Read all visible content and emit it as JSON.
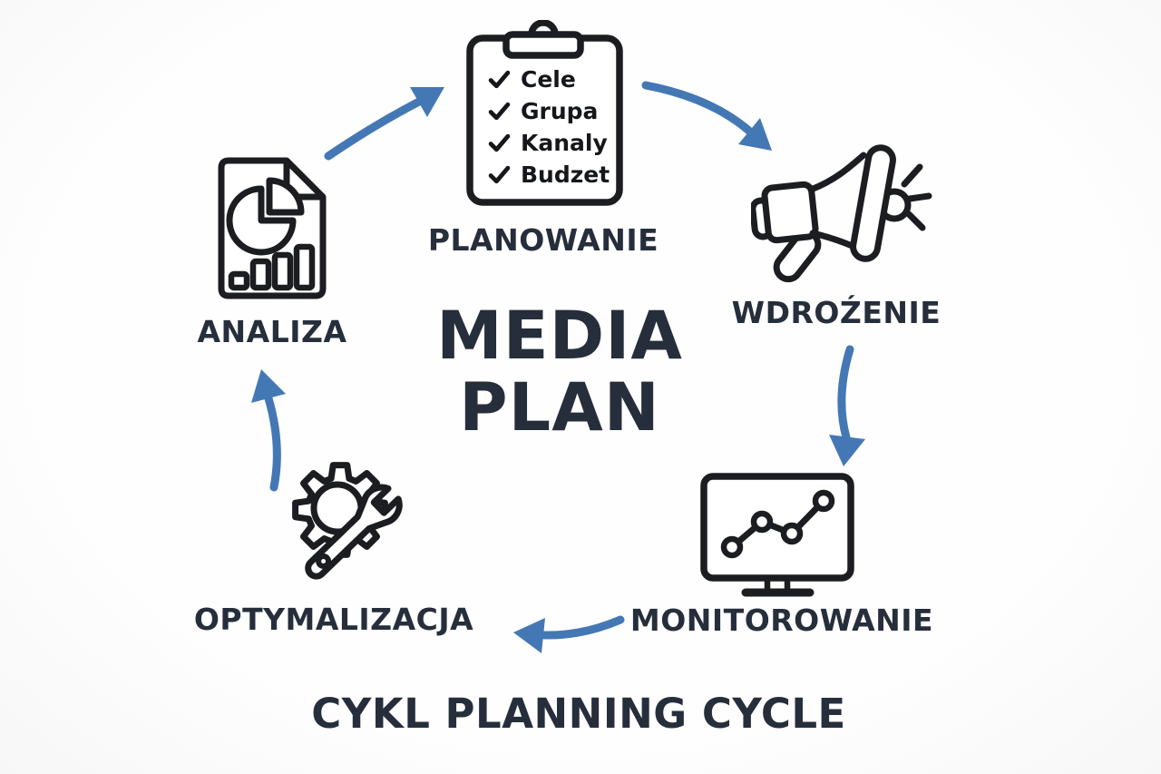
{
  "title": {
    "line1": "MEDIA",
    "line2": "PLAN"
  },
  "subtitle": "CYKL PLANNING CYCLE",
  "stages": [
    {
      "id": "planowanie",
      "label": "PLANOWANIE",
      "icon": "clipboard-checklist-icon",
      "checklist": [
        "Cele",
        "Grupa",
        "Kanaly",
        "Budzet"
      ]
    },
    {
      "id": "wdrozenie",
      "label": "WDROŹENIE",
      "icon": "megaphone-icon"
    },
    {
      "id": "monitorowanie",
      "label": "MONITOROWANIE",
      "icon": "monitor-line-chart-icon"
    },
    {
      "id": "optymalizacja",
      "label": "OPTYMALIZACJA",
      "icon": "gear-wrench-icon"
    },
    {
      "id": "analiza",
      "label": "ANALIZA",
      "icon": "document-charts-icon"
    }
  ],
  "arrows": [
    {
      "id": "analiza-to-planowanie"
    },
    {
      "id": "planowanie-to-wdrozenie"
    },
    {
      "id": "wdrozenie-to-monitorowanie"
    },
    {
      "id": "monitorowanie-to-optymalizacja"
    },
    {
      "id": "optymalizacja-to-analiza"
    }
  ],
  "colors": {
    "arrow": "#4478b5",
    "icon_stroke": "#1b1d21",
    "label_text": "#272e3b",
    "checklist_text": "#15171a",
    "background": "#fdfdfd"
  }
}
